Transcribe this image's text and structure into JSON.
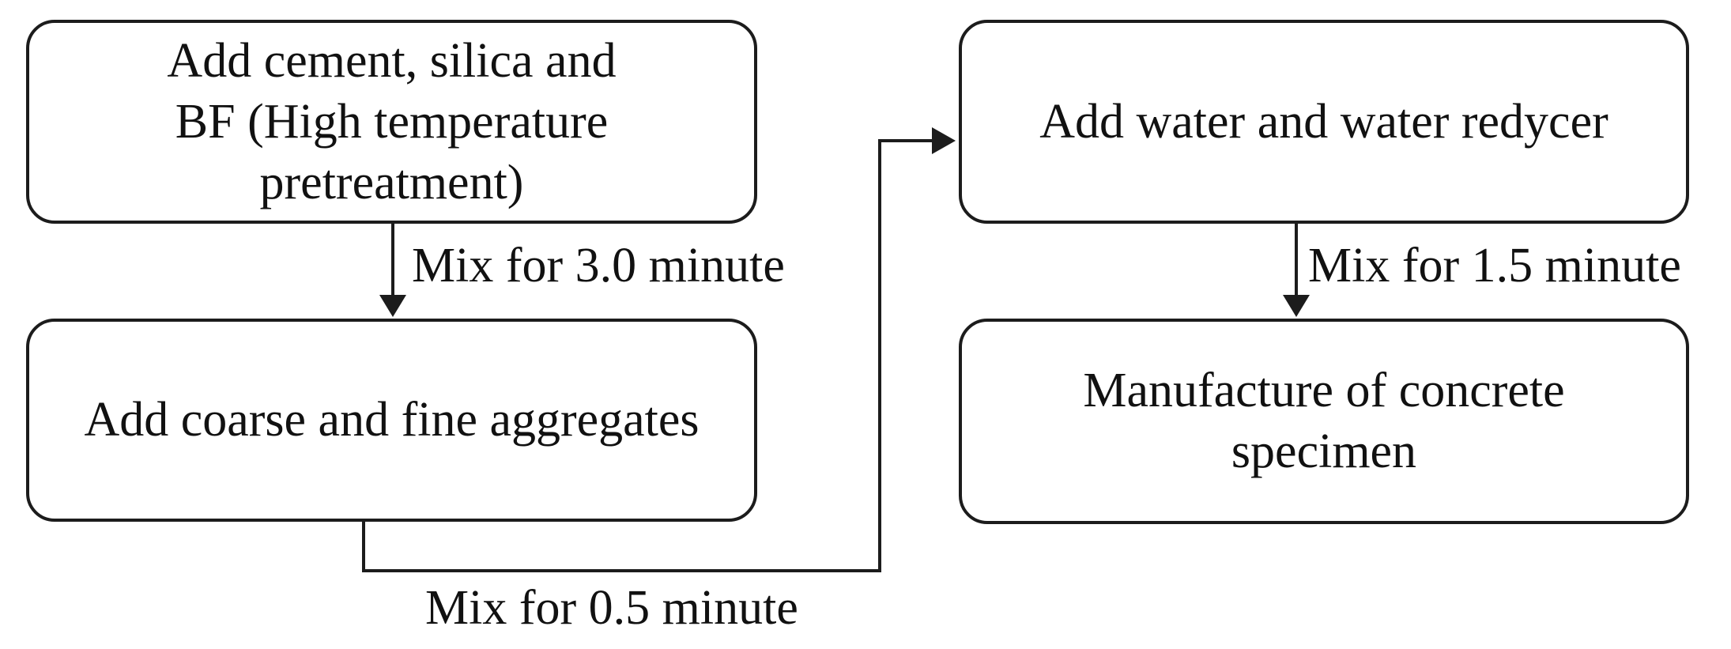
{
  "figure": {
    "type": "flowchart",
    "background_color": "#ffffff",
    "line_color": "#1c1c1c",
    "text_color": "#111111",
    "nodes": [
      {
        "id": "add-cement-silica-bf",
        "label": "Add cement, silica and\nBF (High temperature\npretreatment)"
      },
      {
        "id": "add-coarse-fine-aggregates",
        "label": "Add coarse and fine aggregates"
      },
      {
        "id": "add-water-reducer",
        "label": "Add water and water redycer"
      },
      {
        "id": "manufacture-specimen",
        "label": "Manufacture of concrete\nspecimen"
      }
    ],
    "edges": [
      {
        "from": "add-cement-silica-bf",
        "to": "add-coarse-fine-aggregates",
        "label": "Mix for 3.0 minute"
      },
      {
        "from": "add-coarse-fine-aggregates",
        "to": "add-water-reducer",
        "label": "Mix for 0.5 minute"
      },
      {
        "from": "add-water-reducer",
        "to": "manufacture-specimen",
        "label": "Mix for 1.5 minute"
      }
    ]
  }
}
